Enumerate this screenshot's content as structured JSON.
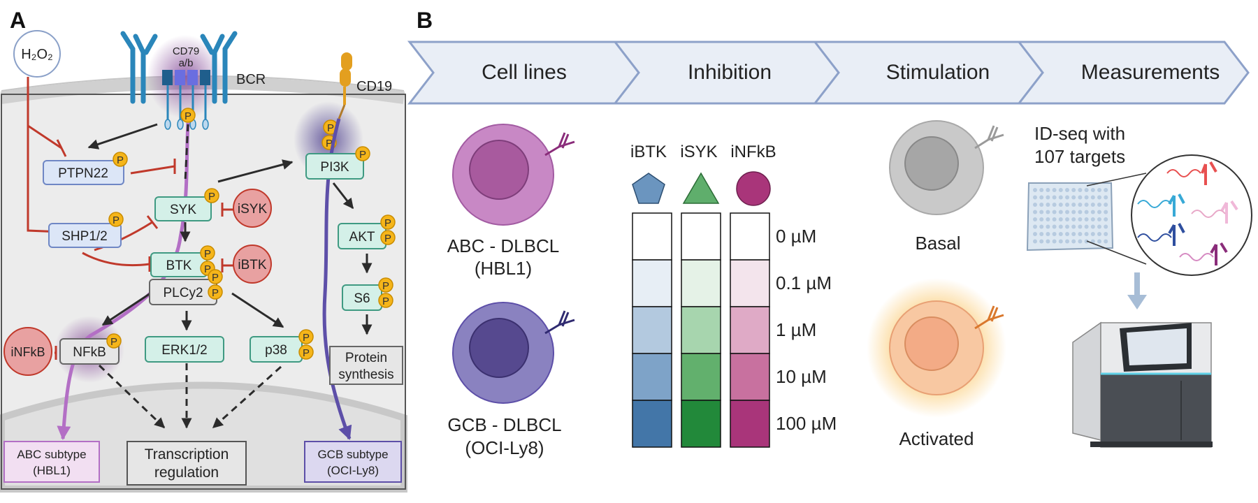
{
  "panel_a": {
    "label": "A",
    "bcr": "BCR",
    "cd79_line1": "CD79",
    "cd79_line2": "a/b",
    "cd19": "CD19",
    "h2o2": "H₂O₂",
    "p": "P",
    "nodes": {
      "ptpn22": "PTPN22",
      "shp": "SHP1/2",
      "syk": "SYK",
      "btk": "BTK",
      "plcy2": "PLCy2",
      "nfkb": "NFkB",
      "erk": "ERK1/2",
      "p38": "p38",
      "pi3k": "PI3K",
      "akt": "AKT",
      "s6": "S6"
    },
    "inhibitors": {
      "isyk": "iSYK",
      "ibtk": "iBTK",
      "infkb": "iNFkB"
    },
    "protein_synthesis": [
      "Protein",
      "synthesis"
    ],
    "outcomes": {
      "abc": [
        "ABC subtype",
        "(HBL1)"
      ],
      "transcription": [
        "Transcription",
        "regulation"
      ],
      "gcb": [
        "GCB subtype",
        "(OCI-Ly8)"
      ]
    }
  },
  "panel_b": {
    "label": "B",
    "steps": [
      "Cell lines",
      "Inhibition",
      "Stimulation",
      "Measurements"
    ],
    "cell_lines": [
      {
        "line1": "ABC - DLBCL",
        "line2": "(HBL1)"
      },
      {
        "line1": "GCB - DLBCL",
        "line2": "(OCI-Ly8)"
      }
    ],
    "inhibitors": [
      {
        "name": "iBTK",
        "shape": "pentagon"
      },
      {
        "name": "iSYK",
        "shape": "triangle"
      },
      {
        "name": "iNFkB",
        "shape": "circle"
      }
    ],
    "concentrations": [
      "0 µM",
      "0.1 µM",
      "1 µM",
      "10 µM",
      "100 µM"
    ],
    "stimulation": {
      "basal": "Basal",
      "activated": "Activated"
    },
    "measurement": {
      "line1": "ID-seq with",
      "line2": "107 targets"
    }
  },
  "colors": {
    "syk_box": "#d4f0e8",
    "inhibitor": "#e8a1a1",
    "phospho": "#f5b51a",
    "purple_path": "#b36fc5",
    "blue_path": "#5d4fa8",
    "ibtk": [
      "#ffffff",
      "#e7eef5",
      "#b3c9df",
      "#7ea3c8",
      "#4376a8"
    ],
    "isyk": [
      "#ffffff",
      "#e5f2e7",
      "#a7d5ae",
      "#62b06d",
      "#22893a"
    ],
    "infkb": [
      "#ffffff",
      "#f3e4ec",
      "#dfaac6",
      "#c8719f",
      "#a9357a"
    ]
  }
}
